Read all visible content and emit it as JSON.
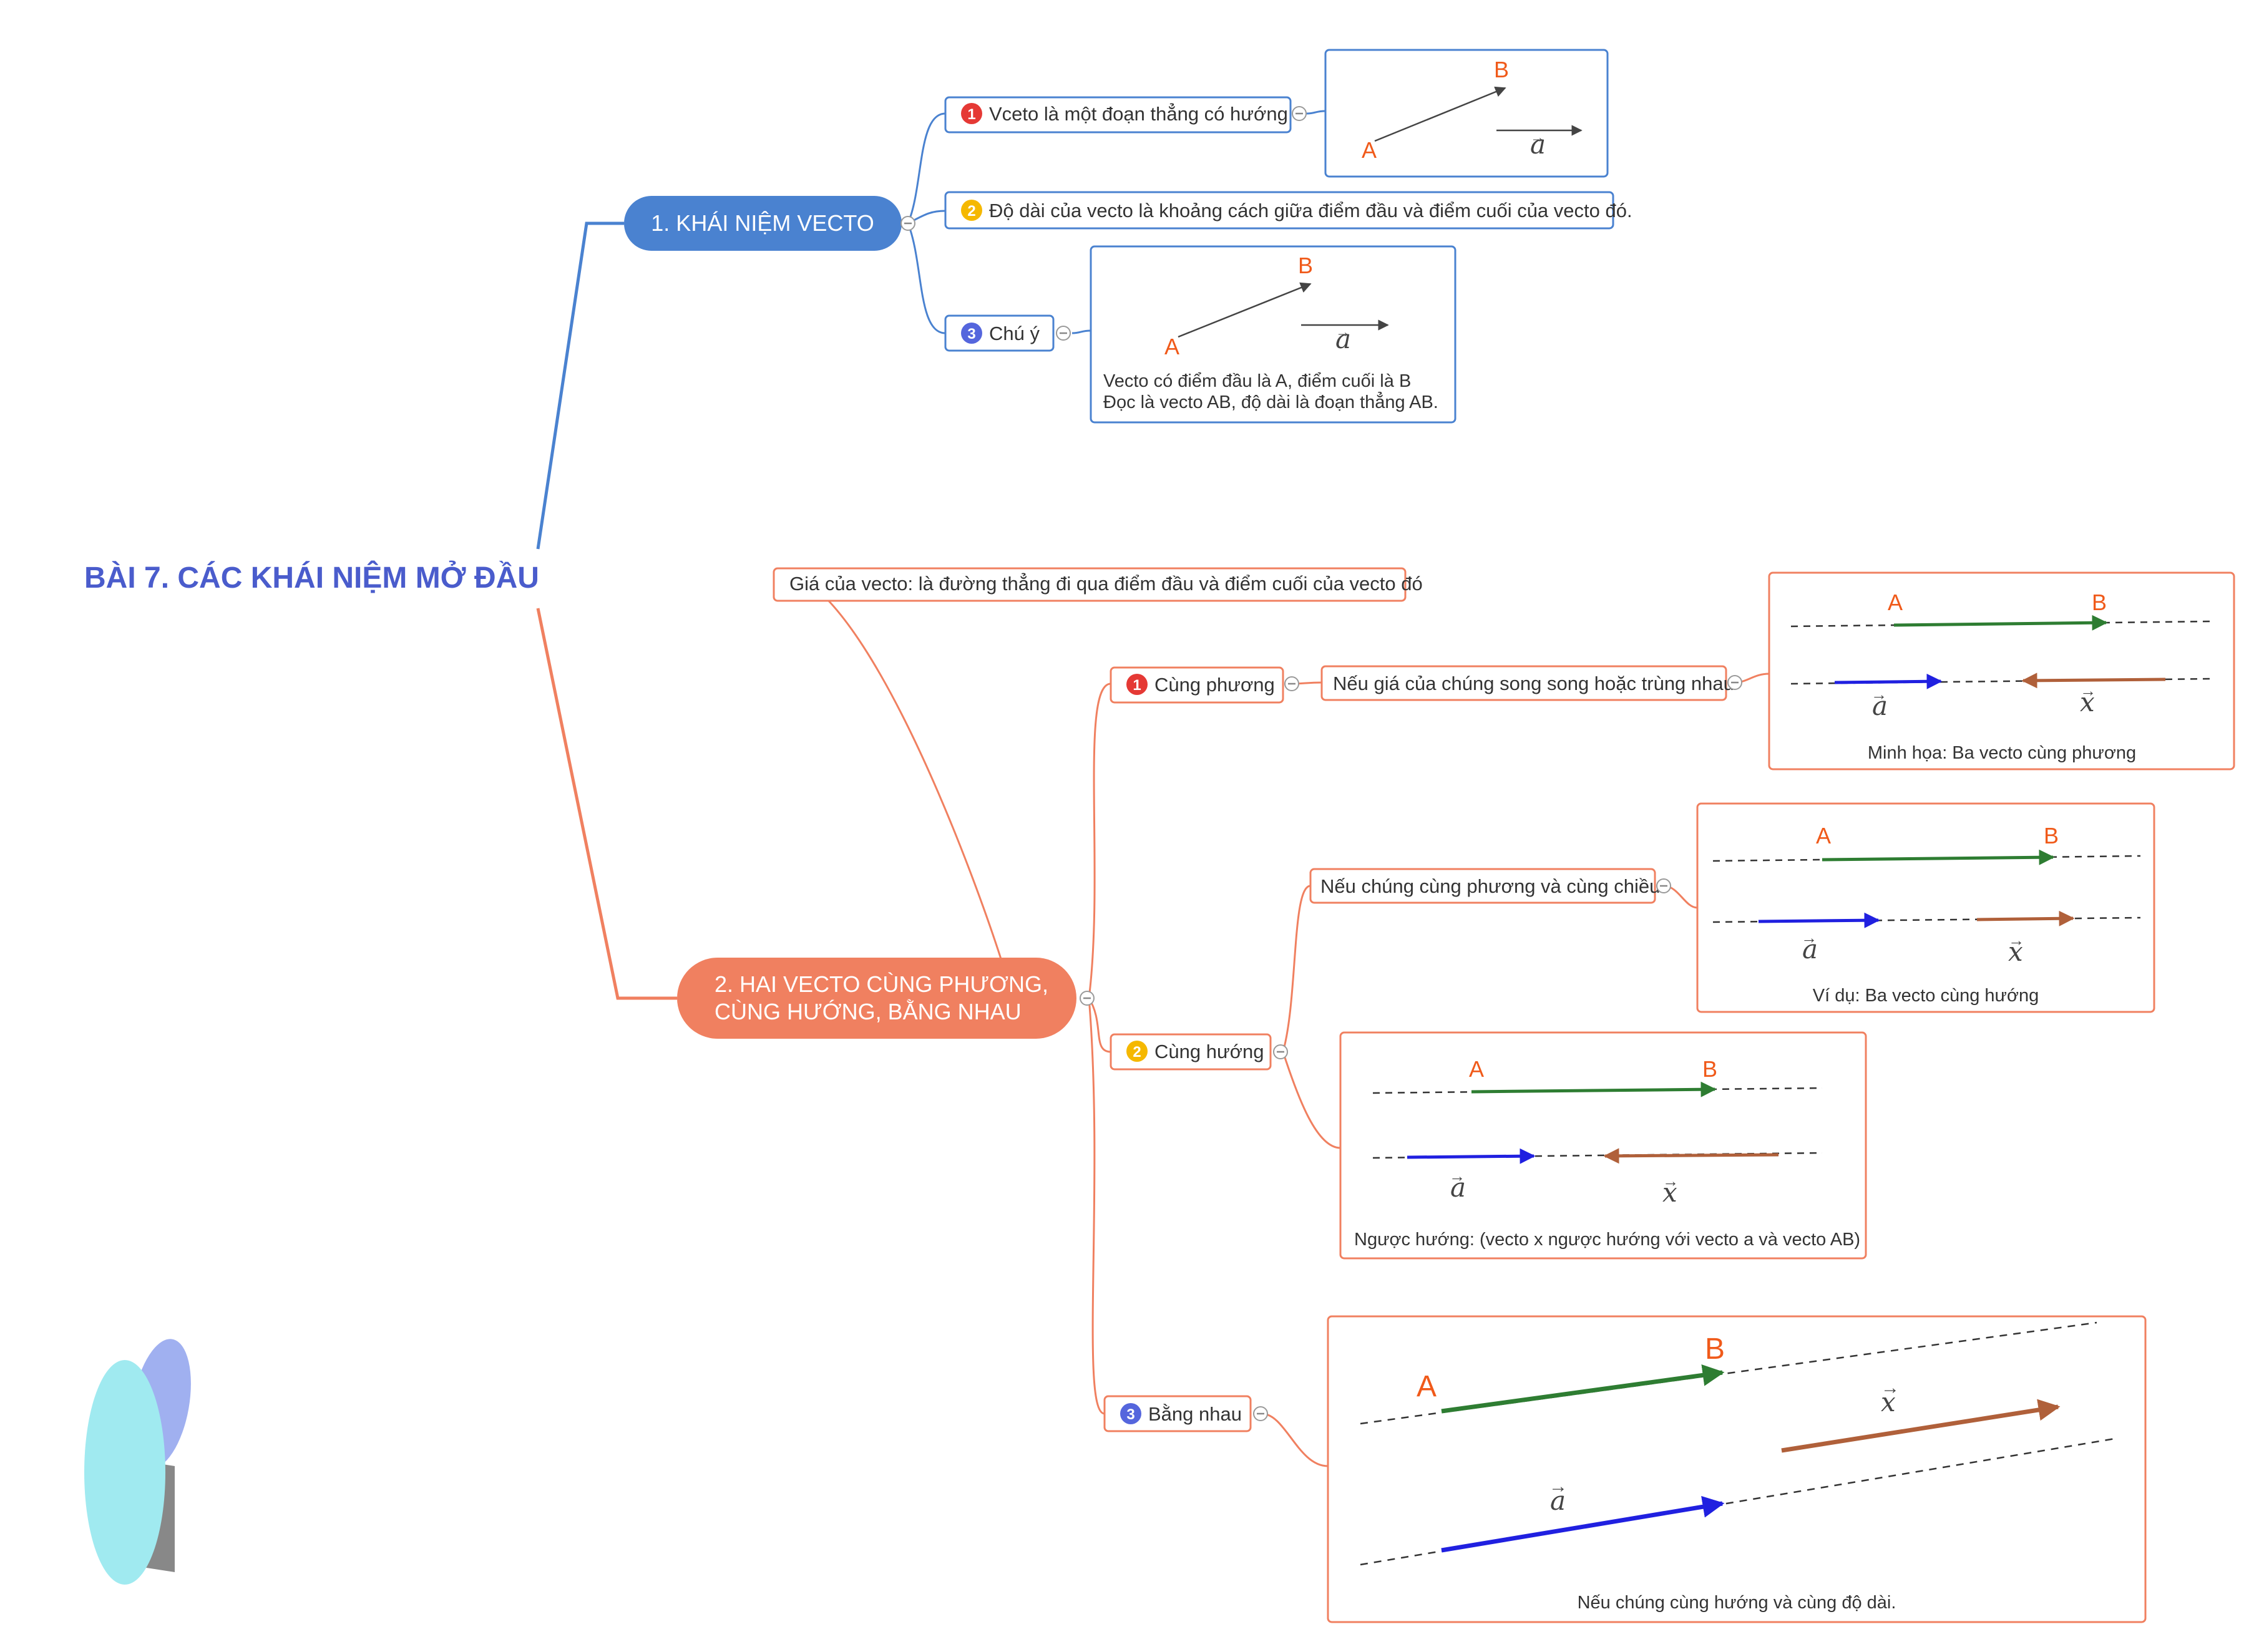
{
  "title": "BÀI 7. CÁC KHÁI NIỆM MỞ ĐẦU",
  "colors": {
    "blue": "#4a82d0",
    "orange": "#f08060",
    "title": "#4a5ccc",
    "badge_red": "#e53935",
    "badge_yellow": "#f5b800",
    "badge_blue": "#5566dd",
    "point_label": "#f05a1a",
    "green_vec": "#2e7d32",
    "blue_vec": "#2020e0",
    "brown_vec": "#b0603a"
  },
  "branch1": {
    "label": "1. KHÁI NIỆM VECTO",
    "items": [
      {
        "num": "1",
        "text": "Vceto là một đoạn thẳng có hướng"
      },
      {
        "num": "2",
        "text": "Độ dài của vecto là khoảng cách giữa điểm đầu và điểm cuối của vecto đó."
      },
      {
        "num": "3",
        "text": "Chú ý"
      }
    ],
    "fig1": {
      "point_a": "A",
      "point_b": "B",
      "vector": "a"
    },
    "fig2": {
      "point_a": "A",
      "point_b": "B",
      "vector": "a",
      "caption_1": "Vecto có điểm đầu là A, điểm cuối là B",
      "caption_2": "Đọc là vecto AB, độ dài là đoạn thẳng AB."
    }
  },
  "branch2": {
    "label_line1": "2. HAI VECTO CÙNG PHƯƠNG,",
    "label_line2": "CÙNG HƯỚNG, BẰNG NHAU",
    "gia": "Giá của vecto: là đường thẳng đi qua điểm đầu và điểm cuối của vecto đó",
    "items": [
      {
        "num": "1",
        "text": "Cùng phương"
      },
      {
        "num": "2",
        "text": "Cùng hướng"
      },
      {
        "num": "3",
        "text": "Bằng nhau"
      }
    ],
    "cung_phuong_def": "Nếu giá của chúng song song hoặc trùng nhau",
    "cung_huong_def": "Nếu chúng cùng phương và cùng chiều",
    "fig_phuong": {
      "point_a": "A",
      "point_b": "B",
      "vec_a": "a",
      "vec_x": "x",
      "caption": "Minh họa: Ba vecto cùng phương"
    },
    "fig_huong": {
      "point_a": "A",
      "point_b": "B",
      "vec_a": "a",
      "vec_x": "x",
      "caption": "Ví dụ: Ba vecto cùng hướng"
    },
    "fig_nguoc": {
      "point_a": "A",
      "point_b": "B",
      "vec_a": "a",
      "vec_x": "x",
      "caption": "Ngược hướng: (vecto x ngược hướng với vecto a và vecto AB)"
    },
    "fig_bang": {
      "point_a": "A",
      "point_b": "B",
      "vec_a": "a",
      "vec_x": "x",
      "caption": "Nếu chúng cùng hướng và cùng độ dài."
    }
  }
}
